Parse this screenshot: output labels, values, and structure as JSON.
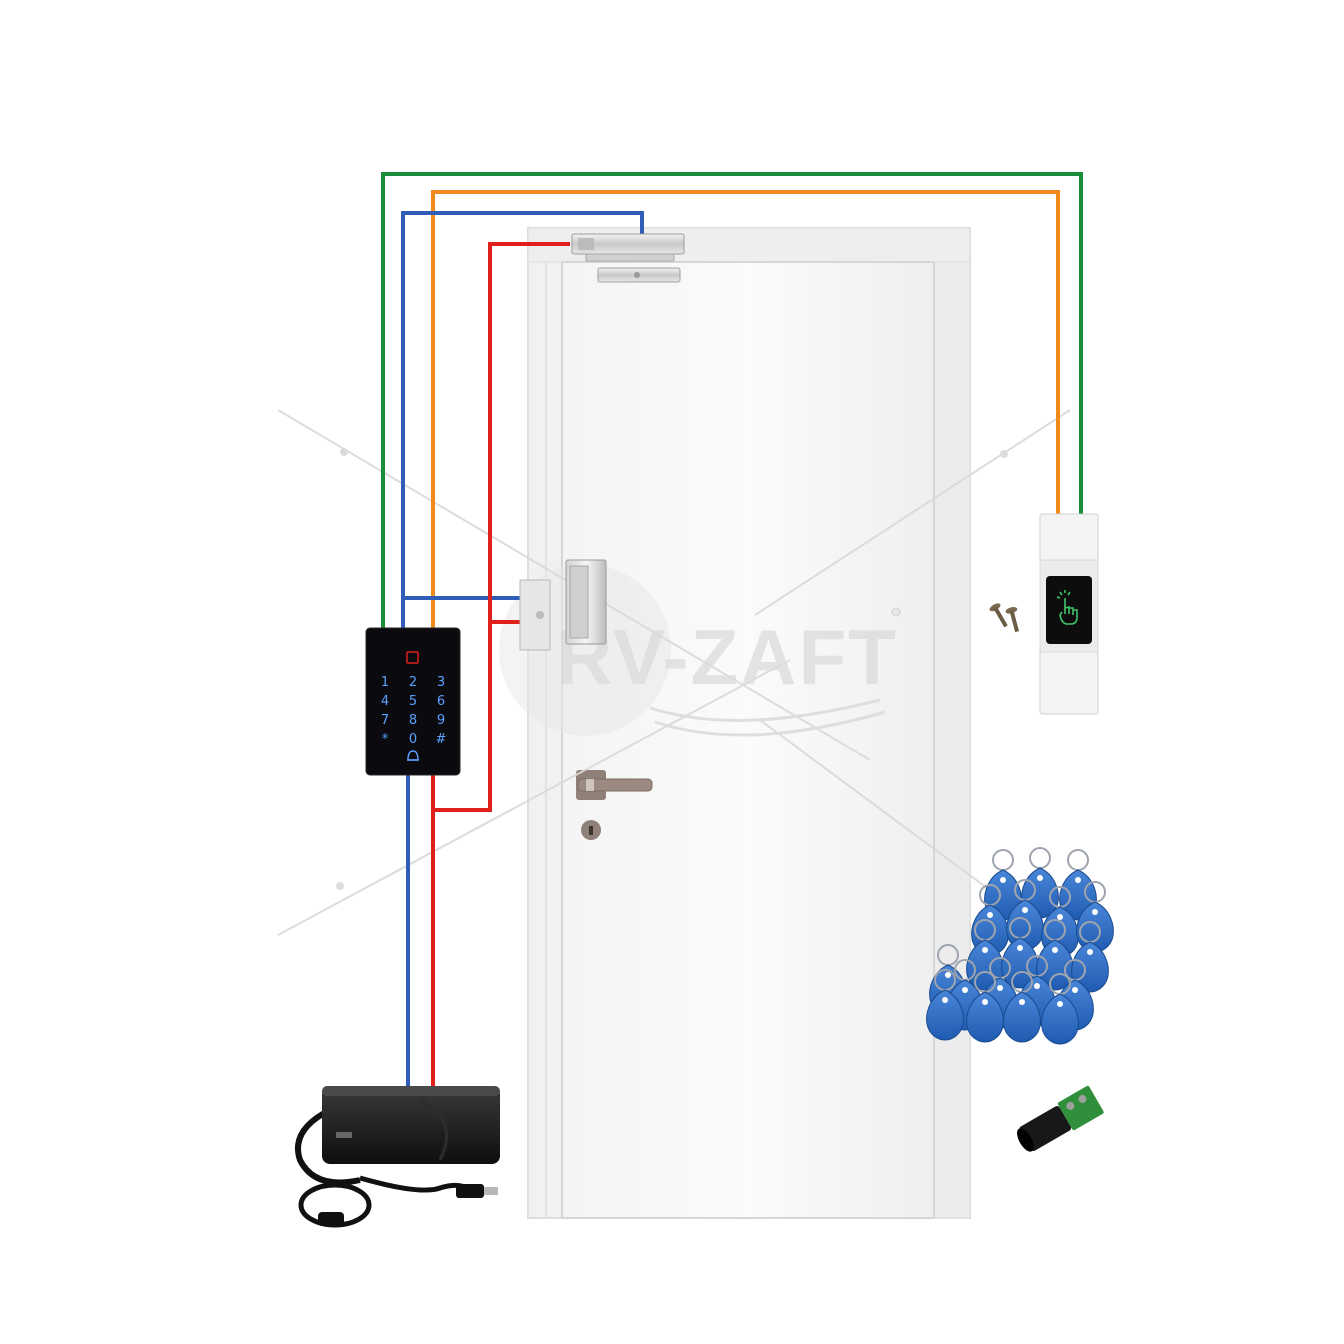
{
  "watermark": {
    "brand_text": "RV-ZAFT"
  },
  "wires": {
    "green": "#1a8c3a",
    "orange": "#f08a1c",
    "blue": "#2f5db8",
    "red": "#e0201a"
  },
  "keypad": {
    "keys": [
      "1",
      "2",
      "3",
      "4",
      "5",
      "6",
      "7",
      "8",
      "9",
      "*",
      "0",
      "#"
    ],
    "indicator_color": "#e0201a",
    "digit_color": "#5aa0ff"
  },
  "devices": [
    {
      "name": "magnetic-lock",
      "icon": "magnet-lock-icon"
    },
    {
      "name": "electric-bolt-lock",
      "icon": "bolt-lock-icon"
    },
    {
      "name": "exit-button",
      "icon": "touch-hand-icon"
    },
    {
      "name": "power-adapter",
      "icon": "power-adapter-icon"
    },
    {
      "name": "rfid-key-fobs",
      "icon": "keyfob-icon"
    },
    {
      "name": "dc-connector",
      "icon": "dc-jack-icon"
    },
    {
      "name": "mounting-screws",
      "icon": "screw-icon"
    }
  ]
}
